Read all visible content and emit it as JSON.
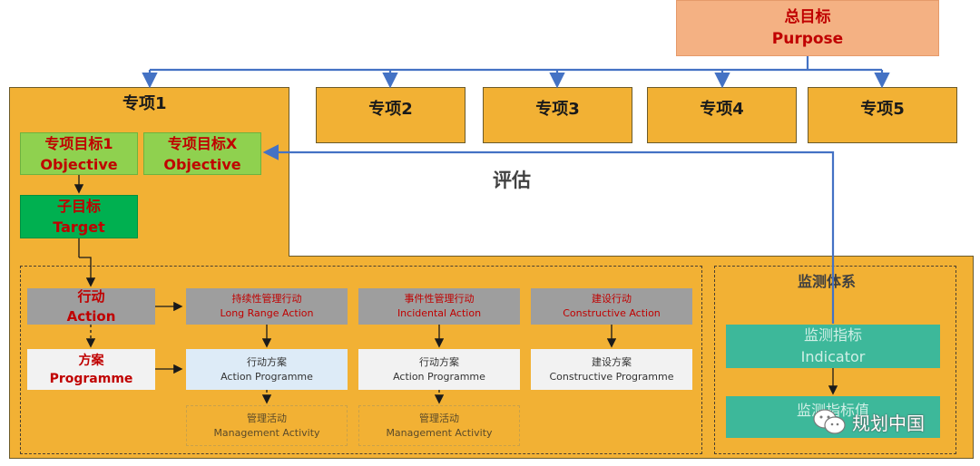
{
  "purpose": {
    "zh": "总目标",
    "en": "Purpose"
  },
  "topics": [
    "专项1",
    "专项2",
    "专项3",
    "专项4",
    "专项5"
  ],
  "objective1": {
    "zh": "专项目标1",
    "en": "Objective"
  },
  "objectiveX": {
    "zh": "专项目标X",
    "en": "Objective"
  },
  "target": {
    "zh": "子目标",
    "en": "Target"
  },
  "evaluate": "评估",
  "action": {
    "zh": "行动",
    "en": "Action"
  },
  "programme": {
    "zh": "方案",
    "en": "Programme"
  },
  "long_range": {
    "zh": "持续性管理行动",
    "en": "Long Range Action"
  },
  "incidental": {
    "zh": "事件性管理行动",
    "en": "Incidental Action"
  },
  "constructive": {
    "zh": "建设行动",
    "en": "Constructive Action"
  },
  "action_prog_1": {
    "zh": "行动方案",
    "en": "Action  Programme"
  },
  "action_prog_2": {
    "zh": "行动方案",
    "en": "Action  Programme"
  },
  "constructive_prog": {
    "zh": "建设方案",
    "en": "Constructive Programme"
  },
  "mgmt_1": {
    "zh": "管理活动",
    "en": "Management Activity"
  },
  "mgmt_2": {
    "zh": "管理活动",
    "en": "Management Activity"
  },
  "monitoring": {
    "title": "监测体系",
    "indicator": {
      "zh": "监测指标",
      "en": "Indicator"
    },
    "value": "监测指标值"
  },
  "watermark": "规划中国",
  "colors": {
    "orange": "#f2b134",
    "blue_arrow": "#4472c4",
    "red_text": "#c00000"
  }
}
